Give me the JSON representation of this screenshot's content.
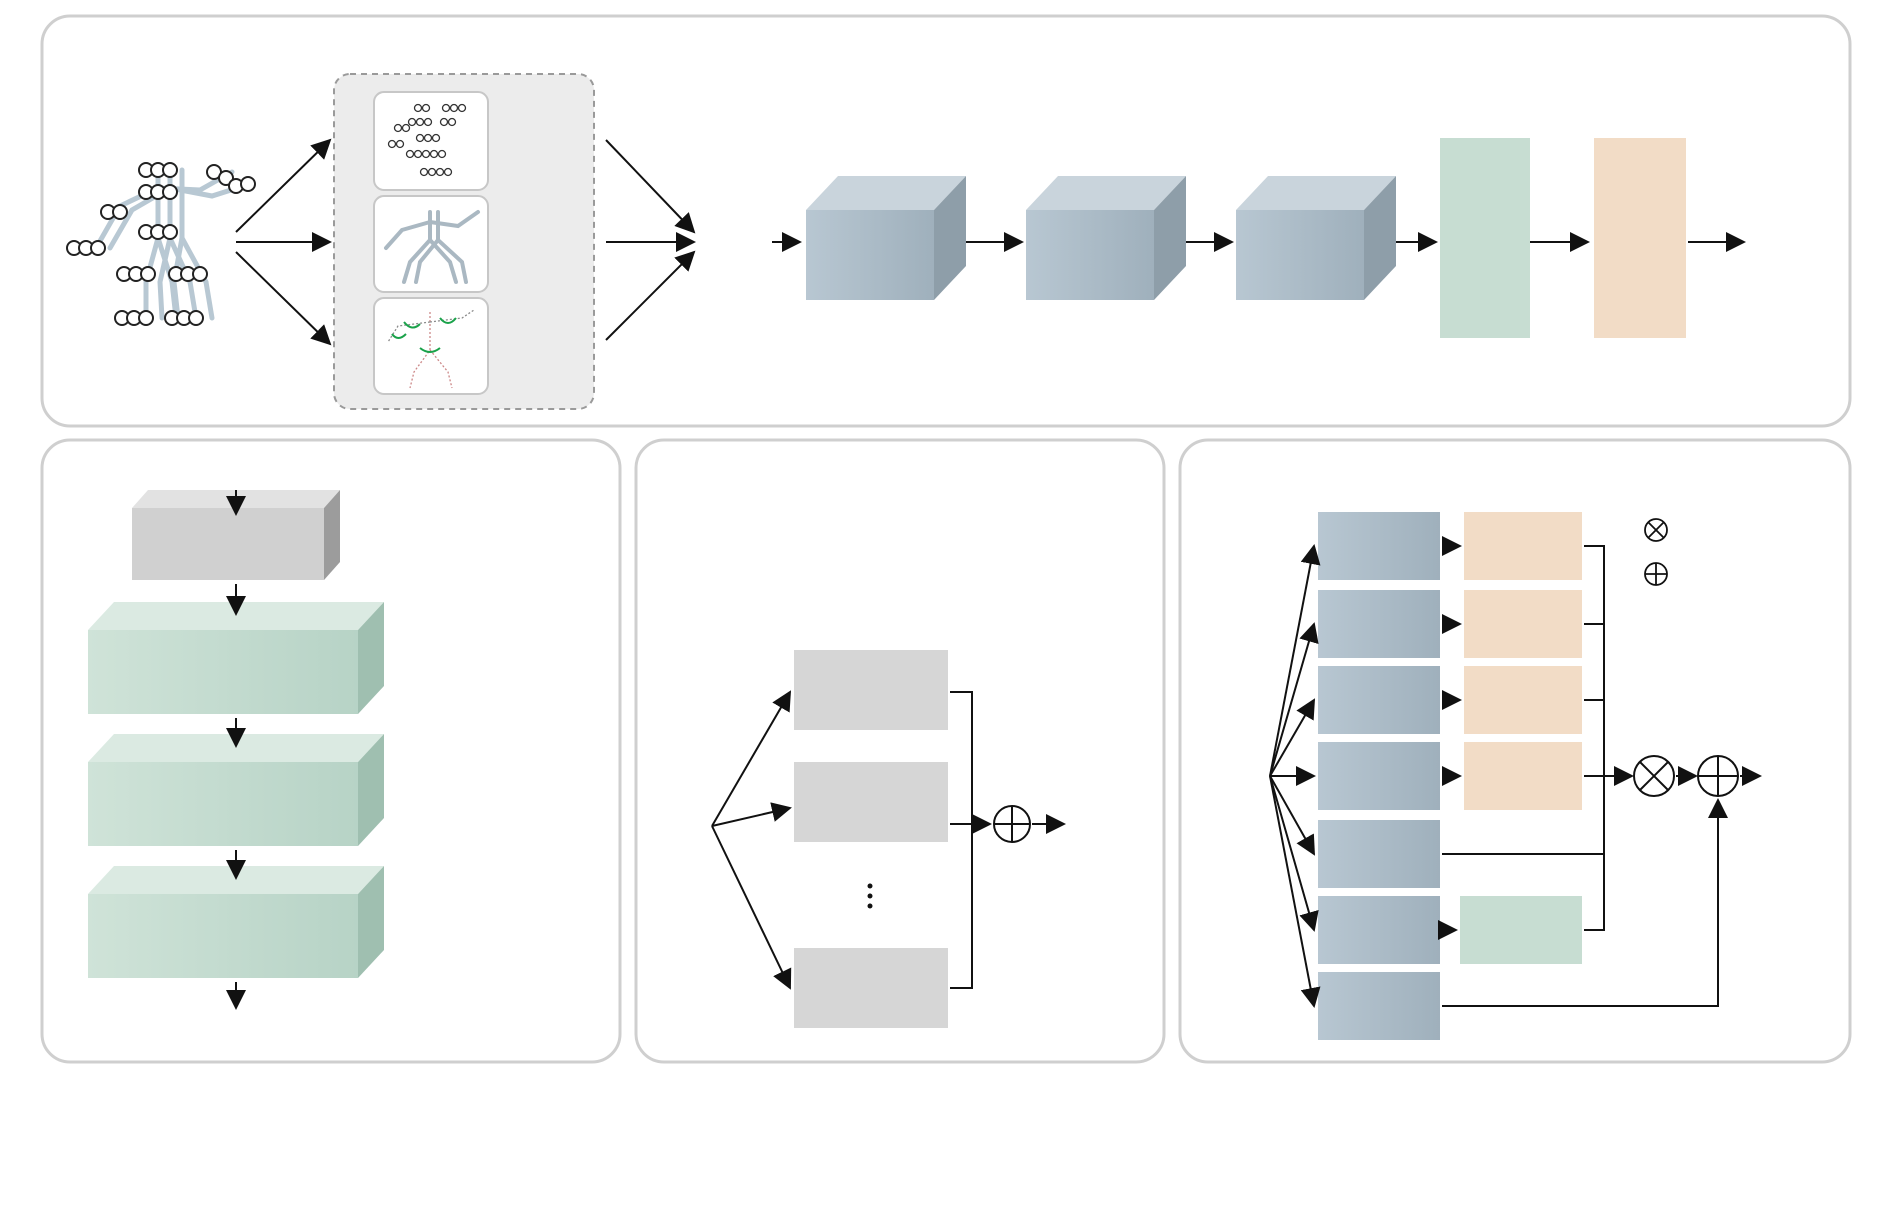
{
  "colors": {
    "panel_border": "#cfcfcf",
    "feature_panel_bg": "#e9e9e9",
    "block_gray_blue": "#a8b7c2",
    "block_gray": "#d0d0d0",
    "block_green": "#c7ddd2",
    "block_peach": "#f2dcc6",
    "stroke": "#111111"
  },
  "icons": {
    "concat": "circle-times",
    "add": "circle-plus"
  },
  "panels": [
    {
      "id": "a"
    },
    {
      "id": "b"
    },
    {
      "id": "c"
    },
    {
      "id": "d"
    }
  ]
}
